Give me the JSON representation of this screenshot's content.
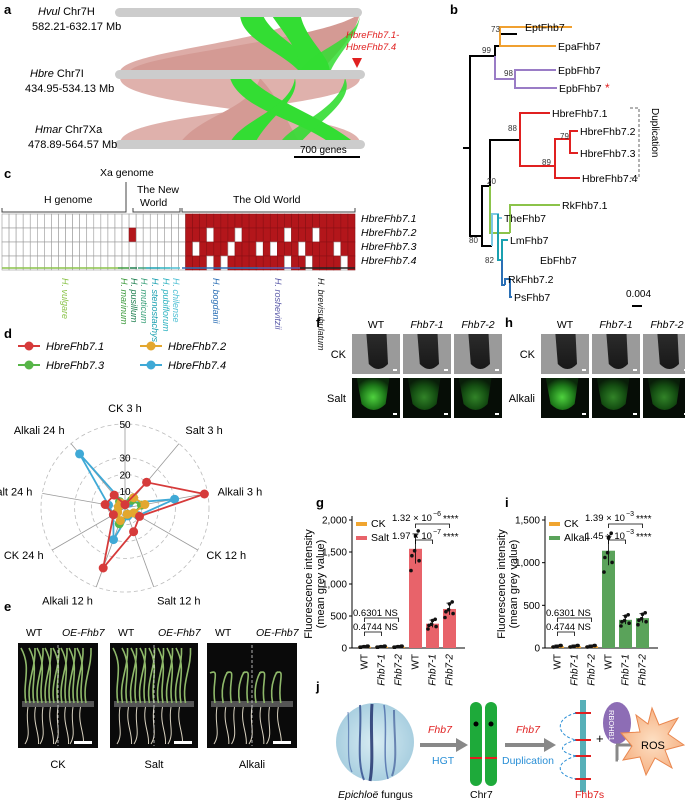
{
  "panel_labels": {
    "a": "a",
    "b": "b",
    "c": "c",
    "d": "d",
    "e": "e",
    "f": "f",
    "g": "g",
    "h": "h",
    "i": "i",
    "j": "j"
  },
  "panel_a": {
    "hvul_name": "Hvul",
    "hvul_chr": " Chr7H",
    "hvul_range": "582.21-632.17 Mb",
    "hbre_name": "Hbre",
    "hbre_chr": " Chr7I",
    "hbre_range": "434.95-534.13 Mb",
    "hmar_name": "Hmar",
    "hmar_chr": " Chr7Xa",
    "hmar_range": "478.89-564.57 Mb",
    "marker_line1": "HbreFhb7.1-",
    "marker_line2": "HbreFhb7.4",
    "scale_label": "700 genes",
    "colors": {
      "synteny": "#d9a39d",
      "fhb7_region": "#33dd33",
      "chromosome": "#cccccc",
      "marker": "#e02020"
    }
  },
  "panel_b": {
    "leaves": [
      "EptFhb7",
      "EpaFhb7",
      "EpbFhb7",
      "EpbFhb7",
      "HbreFhb7.1",
      "HbreFhb7.2",
      "HbreFhb7.3",
      "HbreFhb7.4",
      "RkFhb7.1",
      "TheFhb7",
      "LmFhb7",
      "EbFhb7",
      "RkFhb7.2",
      "PsFhb7"
    ],
    "star": "*",
    "bootstraps": [
      "73",
      "99",
      "98",
      "88",
      "79",
      "89",
      "20",
      "80",
      "82"
    ],
    "duplication_label": "Duplication",
    "scale_label": "0.004",
    "colors": {
      "orange": "#f0a030",
      "purple": "#9a7cc6",
      "red": "#e02020",
      "lightgreen": "#8bc34a",
      "lightblue": "#7ec8e3",
      "teal": "#1aa0b0",
      "blue": "#2a6fb5",
      "black": "#000000"
    }
  },
  "panel_c": {
    "h_genome": "H genome",
    "xa_genome": "Xa genome",
    "new_world_1": "The New",
    "new_world_2": "World",
    "old_world": "The Old World",
    "rows": [
      "HbreFhb7.1",
      "HbreFhb7.2",
      "HbreFhb7.3",
      "HbreFhb7.4"
    ],
    "species": [
      "H. vulgare",
      "H. marinum",
      "H. pusillum",
      "H. muticum",
      "H. stenostachys",
      "H. pubiflorum",
      "H. chilense",
      "H. bogdanii",
      "H. roshevitzii",
      "H. brevisubulatum"
    ],
    "colors": {
      "present": "#b3161b",
      "absent": "#ffffff",
      "grid": "#999999"
    }
  },
  "panel_d": {
    "legend": [
      "HbreFhb7.1",
      "HbreFhb7.2",
      "HbreFhb7.3",
      "HbreFhb7.4"
    ],
    "axes": [
      "CK 3 h",
      "Salt 3 h",
      "Alkali 3 h",
      "CK 12 h",
      "Salt 12 h",
      "Alkali 12 h",
      "CK 24 h",
      "Salt 24 h",
      "Alkali 24 h"
    ],
    "rings": [
      "50",
      "30",
      "20",
      "10"
    ],
    "series_values": {
      "HbreFhb7.1": [
        2,
        20,
        48,
        10,
        15,
        38,
        8,
        12,
        10
      ],
      "HbreFhb7.2": [
        2,
        8,
        12,
        6,
        4,
        8,
        5,
        4,
        4
      ],
      "HbreFhb7.3": [
        2,
        6,
        10,
        6,
        4,
        10,
        6,
        4,
        5
      ],
      "HbreFhb7.4": [
        2,
        4,
        30,
        9,
        5,
        20,
        8,
        10,
        42
      ]
    },
    "colors": {
      "HbreFhb7.1": "#d63a3a",
      "HbreFhb7.2": "#e3a72f",
      "HbreFhb7.3": "#57b548",
      "HbreFhb7.4": "#3fa9d6"
    }
  },
  "panel_e": {
    "wt": "WT",
    "oe": "OE-Fhb7",
    "conditions": [
      "CK",
      "Salt",
      "Alkali"
    ]
  },
  "panel_f": {
    "cols": [
      "WT",
      "Fhb7-1",
      "Fhb7-2"
    ],
    "rows": [
      "CK",
      "Salt"
    ]
  },
  "panel_h": {
    "cols": [
      "WT",
      "Fhb7-1",
      "Fhb7-2"
    ],
    "rows": [
      "CK",
      "Alkali"
    ]
  },
  "chart_data": [
    {
      "panel": "g",
      "type": "bar",
      "categories": [
        "WT",
        "Fhb7-1",
        "Fhb7-2",
        "WT",
        "Fhb7-1",
        "Fhb7-2"
      ],
      "series": [
        {
          "name": "CK",
          "values": [
            20,
            20,
            20,
            null,
            null,
            null
          ]
        },
        {
          "name": "Salt",
          "values": [
            null,
            null,
            null,
            1550,
            380,
            610
          ]
        }
      ],
      "ylabel_1": "Fluorescence intensity",
      "ylabel_2": "(mean grey value)",
      "yticks": [
        "0",
        "500",
        "1,000",
        "1,500",
        "2,000"
      ],
      "ylim": [
        0,
        2000
      ],
      "legend": [
        "CK",
        "Salt"
      ],
      "annotations": [
        "1.32 × 10",
        "−6",
        "****",
        "1.97 × 10",
        "−7",
        "****",
        "0.6301 NS",
        "0.4744 NS"
      ],
      "colors": {
        "CK": "#f0a530",
        "treat": "#e8636a"
      }
    },
    {
      "panel": "i",
      "type": "bar",
      "categories": [
        "WT",
        "Fhb7-1",
        "Fhb7-2",
        "WT",
        "Fhb7-1",
        "Fhb7-2"
      ],
      "series": [
        {
          "name": "CK",
          "values": [
            20,
            20,
            20,
            null,
            null,
            null
          ]
        },
        {
          "name": "Alkali",
          "values": [
            null,
            null,
            null,
            1140,
            330,
            350
          ]
        }
      ],
      "ylabel_1": "Fluorescence intensity",
      "ylabel_2": "(mean grey value)",
      "yticks": [
        "0",
        "500",
        "1,000",
        "1,500"
      ],
      "ylim": [
        0,
        1500
      ],
      "legend": [
        "CK",
        "Alkali"
      ],
      "annotations": [
        "1.39 × 10",
        "−3",
        "****",
        "1.45 × 10",
        "−3",
        "****",
        "0.6301 NS",
        "0.4744 NS"
      ],
      "colors": {
        "CK": "#f0a530",
        "treat": "#5aa35a"
      }
    }
  ],
  "panel_j": {
    "fhb7": "Fhb7",
    "hgt": "HGT",
    "duplication": "Duplication",
    "plus": "+",
    "rbohb1": "RBOHB1",
    "ros": "ROS",
    "fungus": "Epichloë",
    "fungus_suffix": " fungus",
    "chr7": "Chr7",
    "fhb7s": "Fhb7s",
    "colors": {
      "red": "#e02020",
      "blue": "#2a8fd6",
      "green": "#1eaa3a",
      "teal": "#57b0b8",
      "purple": "#8d6db5",
      "ros": "#f9c49a"
    }
  }
}
